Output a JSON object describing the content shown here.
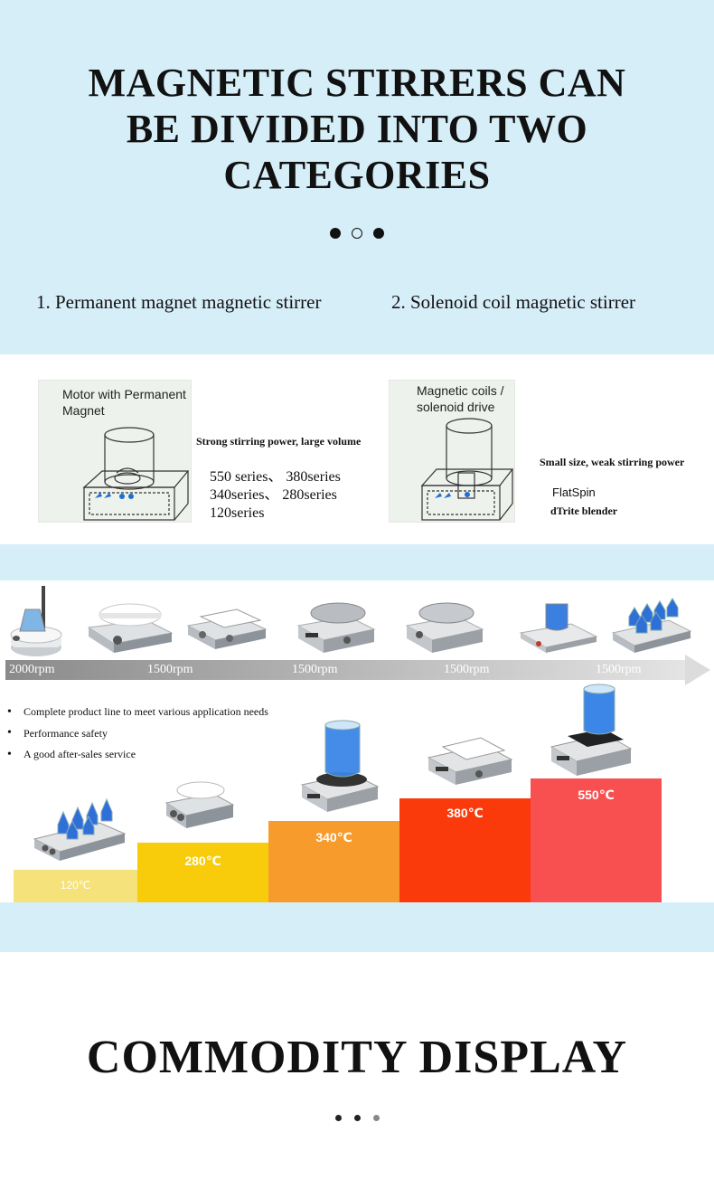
{
  "header": {
    "title_lines": [
      "MAGNETIC STIRRERS CAN",
      "BE DIVIDED INTO TWO",
      "CATEGORIES"
    ],
    "category_1": "1. Permanent magnet magnetic stirrer",
    "category_2": "2. Solenoid coil magnetic stirrer",
    "background_color": "#d6eef8"
  },
  "types": {
    "permanent": {
      "diagram_caption_1": "Motor with Permanent",
      "diagram_caption_2": "Magnet",
      "feature": "Strong stirring power, large volume",
      "series": [
        "550 series、 380series",
        "340series、 280series",
        "120series"
      ]
    },
    "solenoid": {
      "diagram_caption_1": "Magnetic coils /",
      "diagram_caption_2": "solenoid drive",
      "feature": "Small size, weak stirring power",
      "model_1": "FlatSpin",
      "model_2": "dTrite blender"
    }
  },
  "speed": {
    "rpm_labels": [
      "2000rpm",
      "1500rpm",
      "1500rpm",
      "1500rpm",
      "1500rpm"
    ],
    "bullets": [
      "Complete product line to meet various application needs",
      "Performance safety",
      "A good after-sales service"
    ]
  },
  "temperatures": {
    "steps": [
      {
        "label": "120℃",
        "color": "#f6e27a"
      },
      {
        "label": "280℃",
        "color": "#f8cc0a"
      },
      {
        "label": "340℃",
        "color": "#f79b2d"
      },
      {
        "label": "380℃",
        "color": "#fa3a0a"
      },
      {
        "label": "550℃",
        "color": "#f85050"
      }
    ]
  },
  "footer": {
    "title": "COMMODITY DISPLAY"
  }
}
